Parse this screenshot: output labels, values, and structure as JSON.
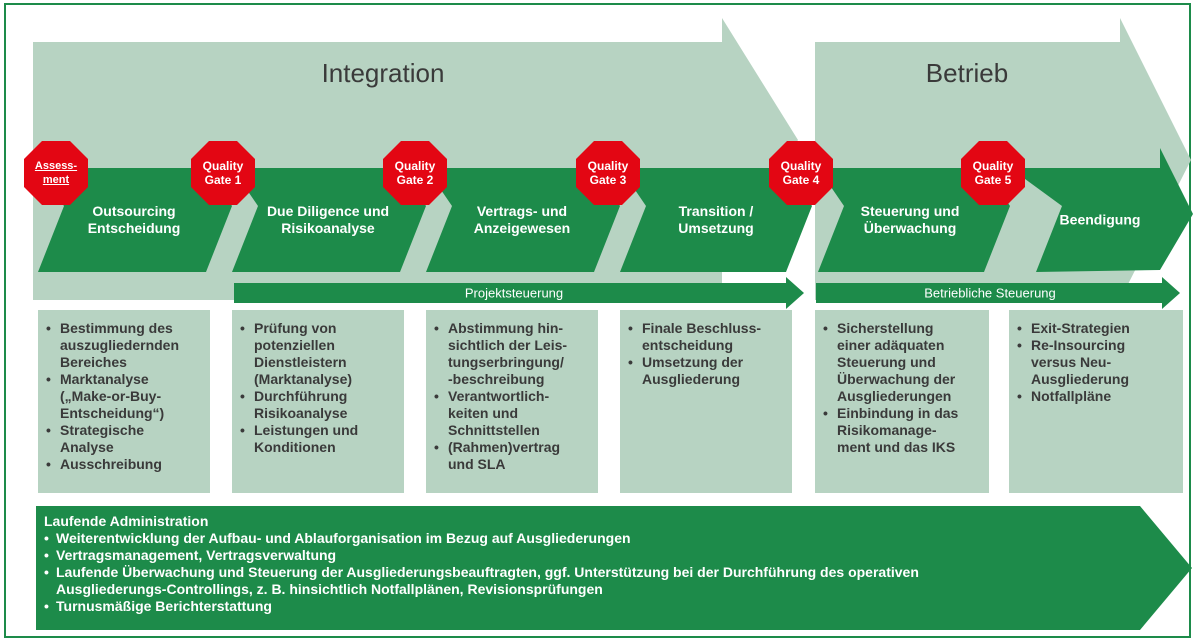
{
  "colors": {
    "light_green": "#b7d3c2",
    "dark_green": "#1d8b4a",
    "gate_red": "#e30613",
    "text": "#3a3a3a"
  },
  "phases": {
    "integration": "Integration",
    "betrieb": "Betrieb"
  },
  "steps": [
    {
      "label": "Outsourcing\nEntscheidung"
    },
    {
      "label": "Due Diligence und\nRisikoanalyse"
    },
    {
      "label": "Vertrags- und\nAnzeigewesen"
    },
    {
      "label": "Transition /\nUmsetzung"
    },
    {
      "label": "Steuerung und\nÜberwachung"
    },
    {
      "label": "Beendigung"
    }
  ],
  "gates": [
    {
      "label": "Assess-\nment",
      "icon": "stop-octagon-icon"
    },
    {
      "label": "Quality\nGate 1",
      "icon": "stop-octagon-icon"
    },
    {
      "label": "Quality\nGate 2",
      "icon": "stop-octagon-icon"
    },
    {
      "label": "Quality\nGate 3",
      "icon": "stop-octagon-icon"
    },
    {
      "label": "Quality\nGate 4",
      "icon": "stop-octagon-icon"
    },
    {
      "label": "Quality\nGate 5",
      "icon": "stop-octagon-icon"
    }
  ],
  "bars": {
    "projektsteuerung": "Projektsteuerung",
    "betriebliche": "Betriebliche Steuerung"
  },
  "boxes": [
    {
      "items": [
        "Bestimmung des\nauszugliedernden\nBereiches",
        "Marktanalyse\n(„Make-or-Buy-\nEntscheidung“)",
        "Strategische\nAnalyse",
        "Ausschreibung"
      ]
    },
    {
      "items": [
        "Prüfung von\npotenziellen\nDienstleistern\n(Marktanalyse)",
        "Durchführung\nRisikoanalyse",
        "Leistungen und\nKonditionen"
      ]
    },
    {
      "items": [
        "Abstimmung hin-\nsichtlich der Leis-\ntungserbringung/\n-beschreibung",
        "Verantwortlich-\nkeiten und\nSchnittstellen",
        "(Rahmen)vertrag\nund SLA"
      ]
    },
    {
      "items": [
        "Finale Beschluss-\nentscheidung",
        "Umsetzung der\nAusgliederung"
      ]
    },
    {
      "items": [
        "Sicherstellung\neiner adäquaten\nSteuerung und\nÜberwachung der\nAusgliederungen",
        "Einbindung in das\nRisikomanage-\nment und das IKS"
      ]
    },
    {
      "items": [
        "Exit-Strategien",
        "Re-Insourcing\nversus Neu-\nAusgliederung",
        "Notfallpläne"
      ]
    }
  ],
  "admin": {
    "title": "Laufende Administration",
    "items": [
      "Weiterentwicklung der Aufbau- und Ablauforganisation im Bezug auf Ausgliederungen",
      "Vertragsmanagement, Vertragsverwaltung",
      "Laufende Überwachung und Steuerung der Ausgliederungsbeauftragten, ggf. Unterstützung bei der Durchführung des operativen\nAusgliederungs-Controllings, z. B. hinsichtlich Notfallplänen, Revisionsprüfungen",
      "Turnusmäßige Berichterstattung"
    ]
  }
}
